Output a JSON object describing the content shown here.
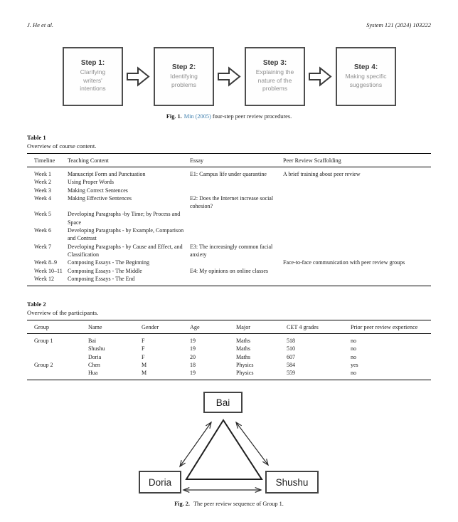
{
  "header": {
    "running_head": "J. He et al.",
    "journal_ref": "System 121 (2024) 103222"
  },
  "figure1": {
    "steps": [
      {
        "title": "Step 1:",
        "desc": "Clarifying\nwriters'\nintentions"
      },
      {
        "title": "Step 2:",
        "desc": "Identifying\nproblems"
      },
      {
        "title": "Step 3:",
        "desc": "Explaining the\nnature of the\nproblems"
      },
      {
        "title": "Step 4:",
        "desc": "Making specific\nsuggestions"
      }
    ],
    "caption_prefix": "Fig. 1.",
    "caption_link": "Min (2005)",
    "caption_rest": " four-step peer review procedures."
  },
  "table1": {
    "label": "Table 1",
    "caption": "Overview of course content.",
    "columns": [
      "Timeline",
      "Teaching Content",
      "Essay",
      "Peer Review Scaffolding"
    ],
    "rows": [
      [
        "Week 1",
        "Manuscript Form and Punctuation",
        "E1: Campus life under quarantine",
        "A brief training about peer review"
      ],
      [
        "Week 2",
        "Using Proper Words",
        "",
        ""
      ],
      [
        "Week 3",
        "Making Correct Sentences",
        "",
        ""
      ],
      [
        "Week 4",
        "Making Effective Sentences",
        "E2: Does the Internet increase social cohesion?",
        ""
      ],
      [
        "Week 5",
        "Developing Paragraphs -by Time; by Process and Space",
        "",
        ""
      ],
      [
        "Week 6",
        "Developing Paragraphs - by Example, Comparison and Contrast",
        "",
        ""
      ],
      [
        "Week 7",
        "Developing Paragraphs - by Cause and Effect, and Classification",
        "E3: The increasingly common facial anxiety",
        ""
      ],
      [
        "Week 8–9",
        "Composing Essays - The Beginning",
        "",
        "Face-to-face communication with peer review groups"
      ],
      [
        "Week 10–11",
        "Composing Essays - The Middle",
        "E4: My opinions on online classes",
        ""
      ],
      [
        "Week 12",
        "Composing Essays - The End",
        "",
        ""
      ]
    ]
  },
  "table2": {
    "label": "Table 2",
    "caption": "Overview of the participants.",
    "columns": [
      "Group",
      "Name",
      "Gender",
      "Age",
      "Major",
      "CET 4 grades",
      "Prior peer review experience"
    ],
    "rows": [
      [
        "Group 1",
        "Bai",
        "F",
        "19",
        "Maths",
        "518",
        "no"
      ],
      [
        "",
        "Shushu",
        "F",
        "19",
        "Maths",
        "510",
        "no"
      ],
      [
        "",
        "Doria",
        "F",
        "20",
        "Maths",
        "607",
        "no"
      ],
      [
        "Group 2",
        "Chen",
        "M",
        "18",
        "Physics",
        "584",
        "yes"
      ],
      [
        "",
        "Hua",
        "M",
        "19",
        "Physics",
        "559",
        "no"
      ]
    ]
  },
  "figure2": {
    "nodes": [
      "Bai",
      "Doria",
      "Shushu"
    ],
    "caption_prefix": "Fig. 2.",
    "caption_rest": " The peer review sequence of Group 1."
  },
  "colors": {
    "citation_link": "#3c7dad",
    "box_border": "#4e4e4e"
  }
}
